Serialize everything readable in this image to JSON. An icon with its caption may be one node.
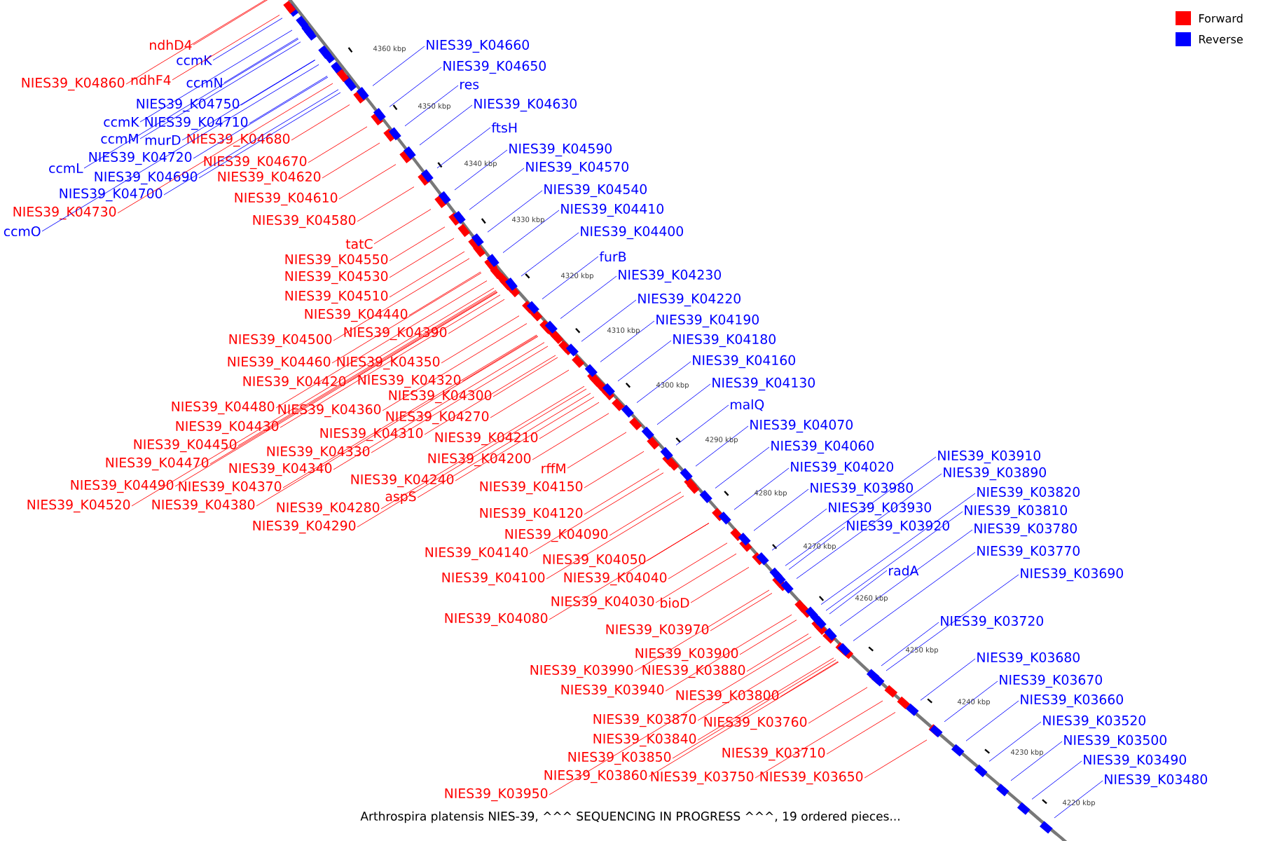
{
  "diagram": {
    "caption": "Arthrospira platensis NIES-39, ^^^ SEQUENCING IN PROGRESS ^^^, 19 ordered pieces...",
    "nodes": [
      {
        "text": [
          "ndhD4"
        ]
      },
      {
        "text": [
          "ccmK"
        ]
      },
      {
        "text": [
          "ndhF4"
        ]
      },
      {
        "text": [
          "ccmN"
        ]
      },
      {
        "text": [
          "NIES39_K04860"
        ]
      },
      {
        "text": [
          "NIES39_K04750"
        ]
      },
      {
        "text": [
          "ccmK"
        ]
      },
      {
        "text": [
          "NIES39_K04710"
        ]
      },
      {
        "text": [
          "ccmM"
        ]
      },
      {
        "text": [
          "murD"
        ]
      },
      {
        "text": [
          "NIES39_K04680"
        ]
      },
      {
        "text": [
          "NIES39_K04720"
        ]
      },
      {
        "text": [
          "NIES39_K04670"
        ]
      },
      {
        "text": [
          "ccmL"
        ]
      },
      {
        "text": [
          "NIES39_K04690"
        ]
      },
      {
        "text": [
          "NIES39_K04620"
        ]
      },
      {
        "text": [
          "NIES39_K04700"
        ]
      },
      {
        "text": [
          "NIES39_K04610"
        ]
      },
      {
        "text": [
          "NIES39_K04730"
        ]
      },
      {
        "text": [
          "NIES39_K04580"
        ]
      },
      {
        "text": [
          "ccmO"
        ]
      },
      {
        "text": [
          "tatC"
        ]
      },
      {
        "text": [
          "NIES39_K04550"
        ]
      },
      {
        "text": [
          "NIES39_K04530"
        ]
      },
      {
        "text": [
          "NIES39_K04510"
        ]
      },
      {
        "text": [
          "NIES39_K04440"
        ]
      },
      {
        "text": [
          "NIES39_K04390"
        ]
      },
      {
        "text": [
          "NIES39_K04500"
        ]
      },
      {
        "text": [
          "NIES39_K04460"
        ]
      },
      {
        "text": [
          "NIES39_K04350"
        ]
      },
      {
        "text": [
          "NIES39_K04320"
        ]
      },
      {
        "text": [
          "NIES39_K04420"
        ]
      },
      {
        "text": [
          "NIES39_K04300"
        ]
      },
      {
        "text": [
          "NIES39_K04480"
        ]
      },
      {
        "text": [
          "NIES39_K04360"
        ]
      },
      {
        "text": [
          "NIES39_K04270"
        ]
      },
      {
        "text": [
          "NIES39_K04430"
        ]
      },
      {
        "text": [
          "NIES39_K04310"
        ]
      },
      {
        "text": [
          "NIES39_K04210"
        ]
      },
      {
        "text": [
          "NIES39_K04450"
        ]
      },
      {
        "text": [
          "NIES39_K04330"
        ]
      },
      {
        "text": [
          "NIES39_K04200"
        ]
      },
      {
        "text": [
          "NIES39_K04470"
        ]
      },
      {
        "text": [
          "rffM"
        ]
      },
      {
        "text": [
          "NIES39_K04340"
        ]
      },
      {
        "text": [
          "NIES39_K04240"
        ]
      },
      {
        "text": [
          "NIES39_K04490"
        ]
      },
      {
        "text": [
          "NIES39_K04370"
        ]
      },
      {
        "text": [
          "NIES39_K04150"
        ]
      },
      {
        "text": [
          "aspS"
        ]
      },
      {
        "text": [
          "NIES39_K04520"
        ]
      },
      {
        "text": [
          "NIES39_K04380"
        ]
      },
      {
        "text": [
          "NIES39_K04280"
        ]
      },
      {
        "text": [
          "NIES39_K04120"
        ]
      },
      {
        "text": [
          "NIES39_K04290"
        ]
      },
      {
        "text": [
          "NIES39_K04090"
        ]
      },
      {
        "text": [
          "NIES39_K04140"
        ]
      },
      {
        "text": [
          "NIES39_K04050"
        ]
      },
      {
        "text": [
          "NIES39_K04100"
        ]
      },
      {
        "text": [
          "NIES39_K04040"
        ]
      },
      {
        "text": [
          "NIES39_K04030"
        ]
      },
      {
        "text": [
          "bioD"
        ]
      },
      {
        "text": [
          "NIES39_K04080"
        ]
      },
      {
        "text": [
          "NIES39_K03970"
        ]
      },
      {
        "text": [
          "NIES39_K03900"
        ]
      },
      {
        "text": [
          "NIES39_K03990"
        ]
      },
      {
        "text": [
          "NIES39_K03880"
        ]
      },
      {
        "text": [
          "NIES39_K03940"
        ]
      },
      {
        "text": [
          "NIES39_K03800"
        ]
      },
      {
        "text": [
          "NIES39_K03870"
        ]
      },
      {
        "text": [
          "NIES39_K03760"
        ]
      },
      {
        "text": [
          "NIES39_K03840"
        ]
      },
      {
        "text": [
          "NIES39_K03710"
        ]
      },
      {
        "text": [
          "NIES39_K03850"
        ]
      },
      {
        "text": [
          "NIES39_K03860"
        ]
      },
      {
        "text": [
          "NIES39_K03750"
        ]
      },
      {
        "text": [
          "NIES39_K03650"
        ]
      },
      {
        "text": [
          "NIES39_K03950"
        ]
      },
      {
        "text": [
          "NIES39_K04660"
        ]
      },
      {
        "text": [
          "NIES39_K04650"
        ]
      },
      {
        "text": [
          "res"
        ]
      },
      {
        "text": [
          "NIES39_K04630"
        ]
      },
      {
        "text": [
          "ftsH"
        ]
      },
      {
        "text": [
          "NIES39_K04590"
        ]
      },
      {
        "text": [
          "NIES39_K04570"
        ]
      },
      {
        "text": [
          "NIES39_K04540"
        ]
      },
      {
        "text": [
          "NIES39_K04410"
        ]
      },
      {
        "text": [
          "NIES39_K04400"
        ]
      },
      {
        "text": [
          "furB"
        ]
      },
      {
        "text": [
          "NIES39_K04230"
        ]
      },
      {
        "text": [
          "NIES39_K04220"
        ]
      },
      {
        "text": [
          "NIES39_K04190"
        ]
      },
      {
        "text": [
          "NIES39_K04180"
        ]
      },
      {
        "text": [
          "NIES39_K04160"
        ]
      },
      {
        "text": [
          "NIES39_K04130"
        ]
      },
      {
        "text": [
          "malQ"
        ]
      },
      {
        "text": [
          "NIES39_K04070"
        ]
      },
      {
        "text": [
          "NIES39_K04060"
        ]
      },
      {
        "text": [
          "NIES39_K03910"
        ]
      },
      {
        "text": [
          "NIES39_K04020"
        ]
      },
      {
        "text": [
          "NIES39_K03890"
        ]
      },
      {
        "text": [
          "NIES39_K03980"
        ]
      },
      {
        "text": [
          "NIES39_K03820"
        ]
      },
      {
        "text": [
          "NIES39_K03930"
        ]
      },
      {
        "text": [
          "NIES39_K03810"
        ]
      },
      {
        "text": [
          "NIES39_K03920"
        ]
      },
      {
        "text": [
          "NIES39_K03780"
        ]
      },
      {
        "text": [
          "NIES39_K03770"
        ]
      },
      {
        "text": [
          "radA"
        ]
      },
      {
        "text": [
          "NIES39_K03690"
        ]
      },
      {
        "text": [
          "NIES39_K03720"
        ]
      },
      {
        "text": [
          "NIES39_K03680"
        ]
      },
      {
        "text": [
          "NIES39_K03670"
        ]
      },
      {
        "text": [
          "NIES39_K03660"
        ]
      },
      {
        "text": [
          "NIES39_K03520"
        ]
      },
      {
        "text": [
          "NIES39_K03500"
        ]
      },
      {
        "text": [
          "NIES39_K03490"
        ]
      },
      {
        "text": [
          "NIES39_K03480"
        ]
      }
    ],
    "edges": [
      {
        "from": 0,
        "to": null,
        "arrow": "none"
      },
      {
        "from": 1,
        "to": null,
        "arrow": "none",
        "color": "#0000ff"
      },
      {
        "from": 2,
        "to": null,
        "arrow": "none"
      },
      {
        "from": 3,
        "to": null,
        "arrow": "none",
        "color": "#0000ff"
      },
      {
        "from": 4,
        "to": null,
        "arrow": "none"
      },
      {
        "from": 5,
        "to": null,
        "arrow": "none",
        "color": "#0000ff"
      },
      {
        "from": 6,
        "to": null,
        "arrow": "none",
        "color": "#0000ff"
      },
      {
        "from": 7,
        "to": null,
        "arrow": "none",
        "color": "#0000ff"
      },
      {
        "from": 8,
        "to": null,
        "arrow": "none",
        "color": "#0000ff"
      },
      {
        "from": 9,
        "to": null,
        "arrow": "none",
        "color": "#0000ff"
      },
      {
        "from": 10,
        "to": null,
        "arrow": "none"
      },
      {
        "from": 11,
        "to": null,
        "arrow": "none",
        "color": "#0000ff"
      },
      {
        "from": 12,
        "to": null,
        "arrow": "none"
      },
      {
        "from": 13,
        "to": null,
        "arrow": "none",
        "color": "#0000ff"
      },
      {
        "from": 14,
        "to": null,
        "arrow": "none",
        "color": "#0000ff"
      },
      {
        "from": 15,
        "to": null,
        "arrow": "none"
      },
      {
        "from": 16,
        "to": null,
        "arrow": "none",
        "color": "#0000ff"
      },
      {
        "from": 17,
        "to": null,
        "arrow": "none"
      },
      {
        "from": 18,
        "to": null,
        "arrow": "none"
      },
      {
        "from": 19,
        "to": null,
        "arrow": "none"
      },
      {
        "from": 20,
        "to": null,
        "arrow": "none",
        "color": "#0000ff"
      },
      {
        "from": 21,
        "to": null,
        "arrow": "none"
      },
      {
        "from": 22,
        "to": null,
        "arrow": "none"
      },
      {
        "from": 23,
        "to": null,
        "arrow": "none"
      },
      {
        "from": 24,
        "to": null,
        "arrow": "none"
      },
      {
        "from": 25,
        "to": null,
        "arrow": "none"
      },
      {
        "from": 26,
        "to": null,
        "arrow": "none"
      },
      {
        "from": 27,
        "to": null,
        "arrow": "none"
      },
      {
        "from": 28,
        "to": null,
        "arrow": "none"
      },
      {
        "from": 29,
        "to": null,
        "arrow": "none"
      },
      {
        "from": 30,
        "to": null,
        "arrow": "none"
      },
      {
        "from": 31,
        "to": null,
        "arrow": "none"
      },
      {
        "from": 32,
        "to": null,
        "arrow": "none"
      },
      {
        "from": 33,
        "to": null,
        "arrow": "none"
      },
      {
        "from": 34,
        "to": null,
        "arrow": "none"
      },
      {
        "from": 35,
        "to": null,
        "arrow": "none"
      },
      {
        "from": 36,
        "to": null,
        "arrow": "none"
      },
      {
        "from": 37,
        "to": null,
        "arrow": "none"
      },
      {
        "from": 38,
        "to": null,
        "arrow": "none"
      },
      {
        "from": 39,
        "to": null,
        "arrow": "none"
      },
      {
        "from": 40,
        "to": null,
        "arrow": "none"
      },
      {
        "from": 41,
        "to": null,
        "arrow": "none"
      },
      {
        "from": 42,
        "to": null,
        "arrow": "none"
      },
      {
        "from": 43,
        "to": null,
        "arrow": "none"
      },
      {
        "from": 44,
        "to": null,
        "arrow": "none"
      },
      {
        "from": 45,
        "to": null,
        "arrow": "none"
      },
      {
        "from": 46,
        "to": null,
        "arrow": "none"
      },
      {
        "from": 47,
        "to": null,
        "arrow": "none"
      },
      {
        "from": 48,
        "to": null,
        "arrow": "none"
      },
      {
        "from": 49,
        "to": null,
        "arrow": "none"
      },
      {
        "from": 50,
        "to": null,
        "arrow": "none"
      },
      {
        "from": 51,
        "to": null,
        "arrow": "none"
      },
      {
        "from": 52,
        "to": null,
        "arrow": "none"
      },
      {
        "from": 53,
        "to": null,
        "arrow": "none"
      },
      {
        "from": 54,
        "to": null,
        "arrow": "none"
      },
      {
        "from": 55,
        "to": null,
        "arrow": "none"
      },
      {
        "from": 56,
        "to": null,
        "arrow": "none"
      },
      {
        "from": 57,
        "to": null,
        "arrow": "none"
      },
      {
        "from": 58,
        "to": null,
        "arrow": "none"
      },
      {
        "from": 59,
        "to": null,
        "arrow": "none"
      },
      {
        "from": 60,
        "to": null,
        "arrow": "none"
      },
      {
        "from": 61,
        "to": null,
        "arrow": "none"
      },
      {
        "from": 62,
        "to": null,
        "arrow": "none"
      },
      {
        "from": 63,
        "to": null,
        "arrow": "none"
      },
      {
        "from": 64,
        "to": null,
        "arrow": "none"
      },
      {
        "from": 65,
        "to": null,
        "arrow": "none"
      },
      {
        "from": 66,
        "to": null,
        "arrow": "none"
      },
      {
        "from": 67,
        "to": null,
        "arrow": "none"
      },
      {
        "from": 68,
        "to": null,
        "arrow": "none"
      },
      {
        "from": 69,
        "to": null,
        "arrow": "none"
      },
      {
        "from": 70,
        "to": null,
        "arrow": "none"
      },
      {
        "from": 71,
        "to": null,
        "arrow": "none"
      },
      {
        "from": 72,
        "to": null,
        "arrow": "none"
      },
      {
        "from": 73,
        "to": null,
        "arrow": "none"
      },
      {
        "from": 74,
        "to": null,
        "arrow": "none"
      },
      {
        "from": 75,
        "to": null,
        "arrow": "none"
      },
      {
        "from": 76,
        "to": null,
        "arrow": "none"
      },
      {
        "from": 77,
        "to": null,
        "arrow": "none"
      },
      {
        "from": 78,
        "to": null,
        "arrow": "none",
        "color": "#0000ff"
      },
      {
        "from": 79,
        "to": null,
        "arrow": "none",
        "color": "#0000ff"
      },
      {
        "from": 80,
        "to": null,
        "arrow": "none",
        "color": "#0000ff"
      },
      {
        "from": 81,
        "to": null,
        "arrow": "none",
        "color": "#0000ff"
      },
      {
        "from": 82,
        "to": null,
        "arrow": "none",
        "color": "#0000ff"
      },
      {
        "from": 83,
        "to": null,
        "arrow": "none",
        "color": "#0000ff"
      },
      {
        "from": 84,
        "to": null,
        "arrow": "none",
        "color": "#0000ff"
      },
      {
        "from": 85,
        "to": null,
        "arrow": "none",
        "color": "#0000ff"
      },
      {
        "from": 86,
        "to": null,
        "arrow": "none",
        "color": "#0000ff"
      },
      {
        "from": 87,
        "to": null,
        "arrow": "none",
        "color": "#0000ff"
      },
      {
        "from": 88,
        "to": null,
        "arrow": "none",
        "color": "#0000ff"
      },
      {
        "from": 89,
        "to": null,
        "arrow": "none",
        "color": "#0000ff"
      },
      {
        "from": 90,
        "to": null,
        "arrow": "none",
        "color": "#0000ff"
      },
      {
        "from": 91,
        "to": null,
        "arrow": "none",
        "color": "#0000ff"
      },
      {
        "from": 92,
        "to": null,
        "arrow": "none",
        "color": "#0000ff"
      },
      {
        "from": 93,
        "to": null,
        "arrow": "none",
        "color": "#0000ff"
      },
      {
        "from": 94,
        "to": null,
        "arrow": "none",
        "color": "#0000ff"
      },
      {
        "from": 95,
        "to": null,
        "arrow": "none",
        "color": "#0000ff"
      },
      {
        "from": 96,
        "to": null,
        "arrow": "none",
        "color": "#0000ff"
      },
      {
        "from": 97,
        "to": null,
        "arrow": "none",
        "color": "#0000ff"
      },
      {
        "from": 98,
        "to": null,
        "arrow": "none",
        "color": "#0000ff"
      },
      {
        "from": 99,
        "to": null,
        "arrow": "none",
        "color": "#0000ff"
      },
      {
        "from": 100,
        "to": null,
        "arrow": "none",
        "color": "#0000ff"
      },
      {
        "from": 101,
        "to": null,
        "arrow": "none",
        "color": "#0000ff"
      },
      {
        "from": 102,
        "to": null,
        "arrow": "none",
        "color": "#0000ff"
      },
      {
        "from": 103,
        "to": null,
        "arrow": "none",
        "color": "#0000ff"
      },
      {
        "from": 104,
        "to": null,
        "arrow": "none",
        "color": "#0000ff"
      },
      {
        "from": 105,
        "to": null,
        "arrow": "none",
        "color": "#0000ff"
      },
      {
        "from": 106,
        "to": null,
        "arrow": "none",
        "color": "#0000ff"
      },
      {
        "from": 107,
        "to": null,
        "arrow": "none",
        "color": "#0000ff"
      },
      {
        "from": 108,
        "to": null,
        "arrow": "none",
        "color": "#0000ff"
      },
      {
        "from": 109,
        "to": null,
        "arrow": "none",
        "color": "#0000ff"
      },
      {
        "from": 110,
        "to": null,
        "arrow": "none",
        "color": "#0000ff"
      },
      {
        "from": 111,
        "to": null,
        "arrow": "none",
        "color": "#0000ff"
      },
      {
        "from": 112,
        "to": null,
        "arrow": "none",
        "color": "#0000ff"
      },
      {
        "from": 113,
        "to": null,
        "arrow": "none",
        "color": "#0000ff"
      },
      {
        "from": 114,
        "to": null,
        "arrow": "none",
        "color": "#0000ff"
      },
      {
        "from": 115,
        "to": null,
        "arrow": "none",
        "color": "#0000ff"
      },
      {
        "from": 116,
        "to": null,
        "arrow": "none",
        "color": "#0000ff"
      },
      {
        "from": 117,
        "to": null,
        "arrow": "none",
        "color": "#0000ff"
      }
    ],
    "labels": [
      "4360 kbp",
      "4350 kbp",
      "4340 kbp",
      "4330 kbp",
      "4320 kbp",
      "4310 kbp",
      "4300 kbp",
      "4290 kbp",
      "4280 kbp",
      "4270 kbp",
      "4260 kbp",
      "4250 kbp",
      "4240 kbp",
      "4230 kbp",
      "4220 kbp"
    ],
    "legend": [
      {
        "text": "Forward",
        "color": "#ff0000"
      },
      {
        "text": "Reverse",
        "color": "#0000ff"
      }
    ]
  }
}
